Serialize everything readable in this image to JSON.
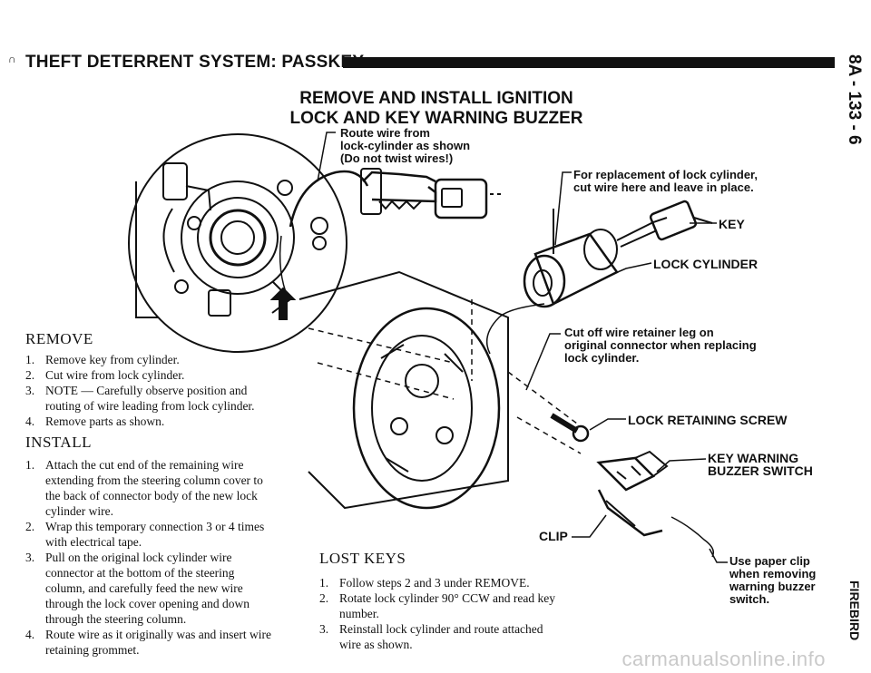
{
  "header": {
    "corner_mark": "∩",
    "title": "THEFT DETERRENT SYSTEM: PASSKEY",
    "page_number": "8A - 133 - 6",
    "side_label": "FIREBIRD"
  },
  "diagram": {
    "title": "REMOVE AND INSTALL IGNITION LOCK AND KEY WARNING BUZZER",
    "callouts": {
      "route_wire_line1": "Route wire from",
      "route_wire_line2": "lock-cylinder as shown",
      "route_wire_line3": "(Do not twist wires!)",
      "replacement_line1": "For replacement of lock cylinder,",
      "replacement_line2": "cut wire here and leave in place.",
      "key": "KEY",
      "lock_cylinder": "LOCK CYLINDER",
      "retainer_line1": "Cut off wire retainer leg on",
      "retainer_line2": "original connector when replacing",
      "retainer_line3": "lock cylinder.",
      "lock_retaining_screw": "LOCK RETAINING SCREW",
      "buzzer_line1": "KEY WARNING",
      "buzzer_line2": "BUZZER SWITCH",
      "clip": "CLIP",
      "paper_clip_line1": "Use paper clip",
      "paper_clip_line2": "when removing",
      "paper_clip_line3": "warning buzzer",
      "paper_clip_line4": "switch."
    }
  },
  "remove": {
    "heading": "REMOVE",
    "steps": [
      {
        "num": "1.",
        "text": "Remove key from cylinder."
      },
      {
        "num": "2.",
        "text": "Cut wire from lock cylinder."
      },
      {
        "num": "3.",
        "text": "NOTE — Carefully observe position and routing of wire leading from lock cylinder."
      },
      {
        "num": "4.",
        "text": "Remove parts as shown."
      }
    ]
  },
  "install": {
    "heading": "INSTALL",
    "steps": [
      {
        "num": "1.",
        "text": "Attach the cut end of the remaining wire extending from the steering column cover to the back of connector body of the new lock cylinder wire."
      },
      {
        "num": "2.",
        "text": "Wrap this temporary connection 3 or 4 times with electrical tape."
      },
      {
        "num": "3.",
        "text": "Pull on the original lock cylinder wire connector at the bottom of the steering column, and carefully feed the new wire through the lock cover opening and down through the steering column."
      },
      {
        "num": "4.",
        "text": "Route wire as it originally was and insert wire retaining grommet."
      }
    ]
  },
  "lost_keys": {
    "heading": "LOST KEYS",
    "steps": [
      {
        "num": "1.",
        "text": "Follow steps 2 and 3 under REMOVE."
      },
      {
        "num": "2.",
        "text": "Rotate lock cylinder 90° CCW and read key number."
      },
      {
        "num": "3.",
        "text": "Reinstall lock cylinder and route attached wire as shown."
      }
    ]
  },
  "footer": {
    "watermark": "carmanualsonline.info"
  }
}
